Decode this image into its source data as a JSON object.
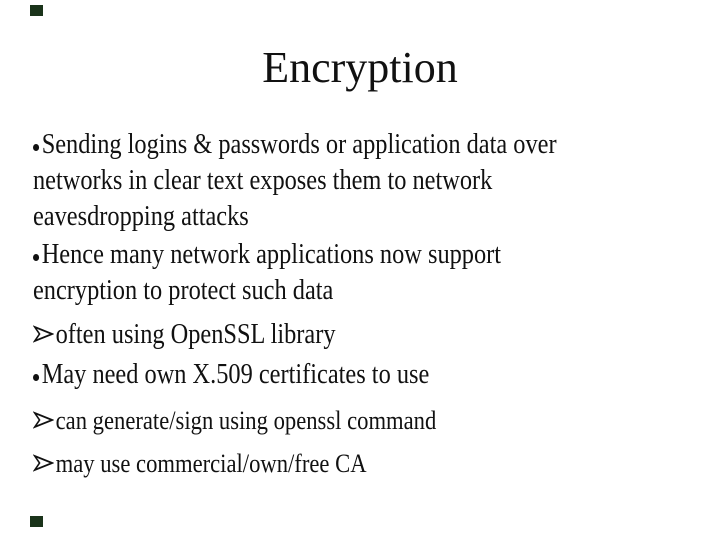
{
  "slide": {
    "title": "Encryption",
    "bullets": [
      {
        "marker": "dot",
        "size": "normal",
        "lines": [
          "Sending logins & passwords or application data over",
          "networks in clear text exposes them to network",
          "eavesdropping attacks"
        ]
      },
      {
        "marker": "dot",
        "size": "normal",
        "lines": [
          "Hence many network applications now support",
          "encryption to protect such data"
        ]
      },
      {
        "marker": "arrow",
        "size": "normal",
        "lines": [
          "often using OpenSSL library"
        ]
      },
      {
        "marker": "dot",
        "size": "normal",
        "lines": [
          "May need own X.509 certificates to use"
        ]
      },
      {
        "marker": "arrow",
        "size": "small",
        "lines": [
          "can generate/sign using openssl command"
        ]
      },
      {
        "marker": "arrow",
        "size": "small",
        "lines": [
          "may use commercial/own/free CA"
        ]
      }
    ],
    "colors": {
      "background": "#ffffff",
      "text": "#111111",
      "corner_mark": "#1a331a"
    }
  }
}
